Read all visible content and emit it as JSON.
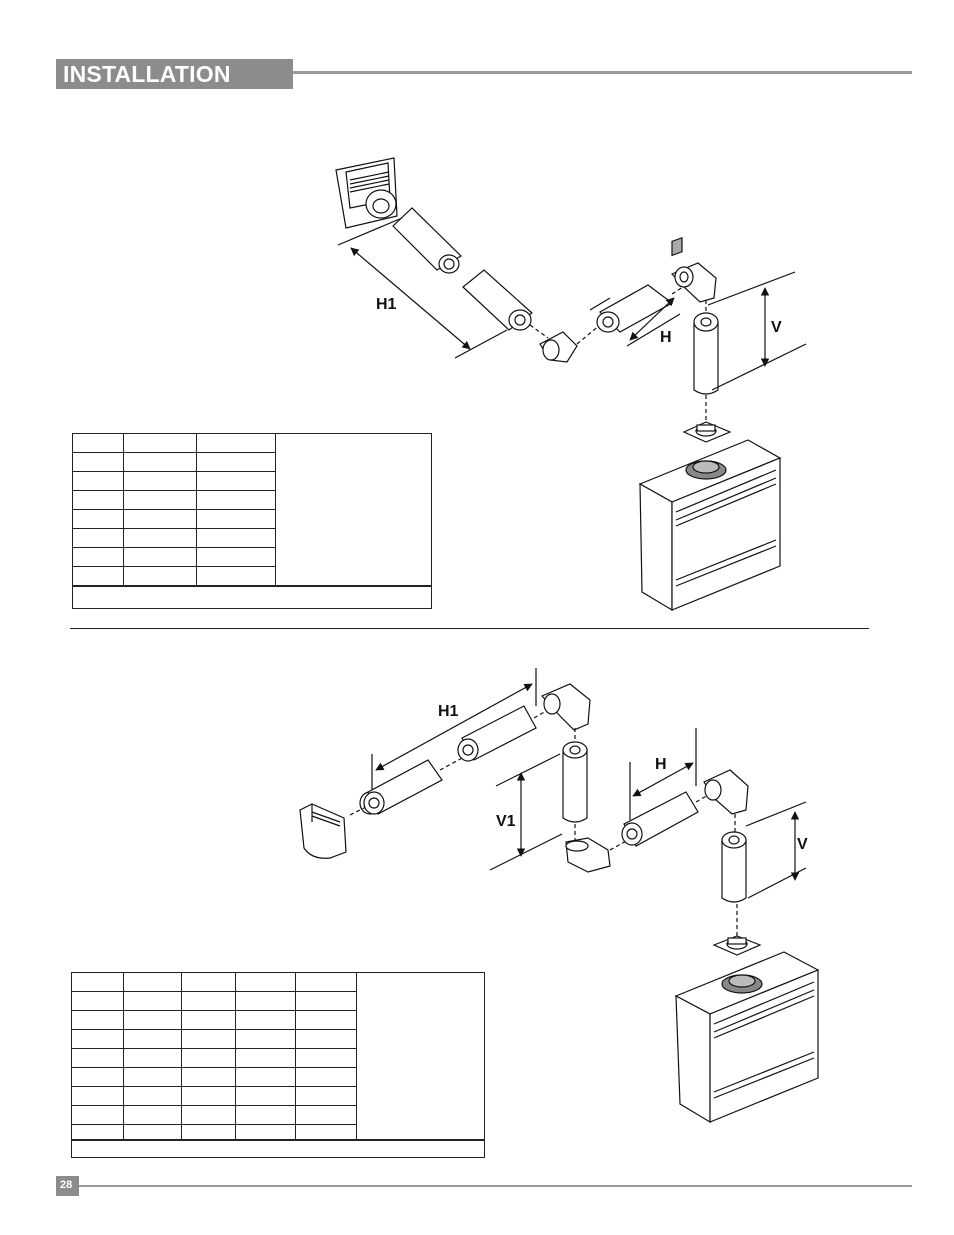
{
  "header": {
    "title": "INSTALLATION"
  },
  "diagram1": {
    "labels": {
      "h1": "H1",
      "h": "H",
      "v": "V"
    }
  },
  "diagram2": {
    "labels": {
      "h1": "H1",
      "h": "H",
      "v1": "V1",
      "v": "V"
    }
  },
  "table1": {
    "rows": 8,
    "data_columns": 3
  },
  "table2": {
    "rows": 9,
    "data_columns": 5
  },
  "footer": {
    "page_number": "28"
  }
}
